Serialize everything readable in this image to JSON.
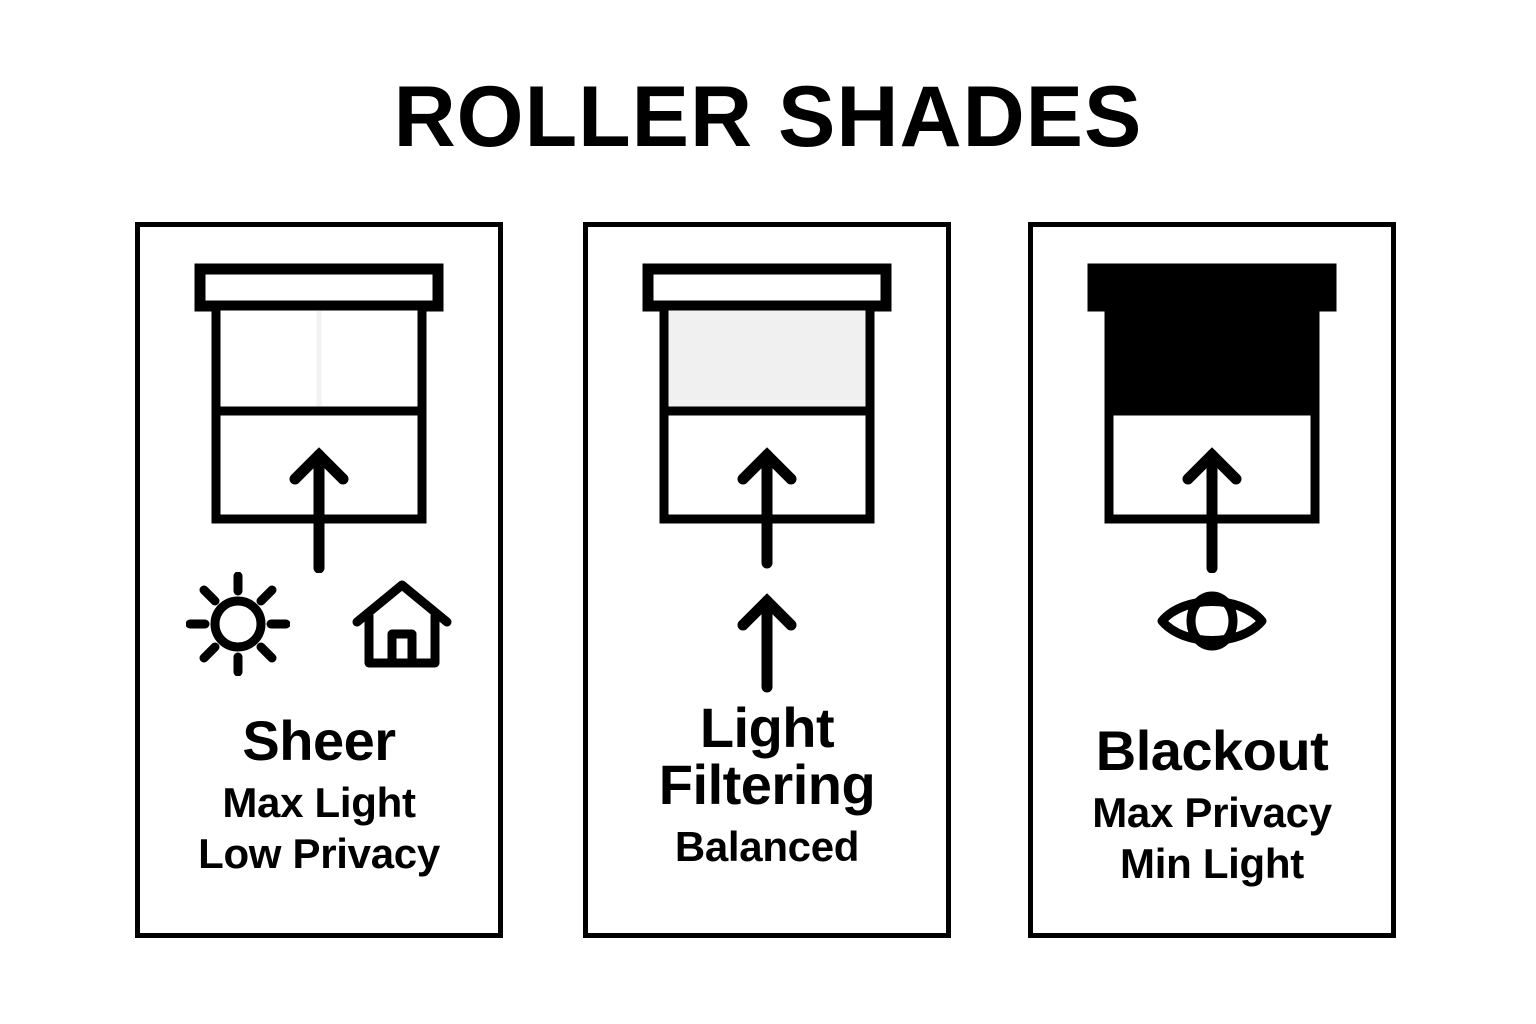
{
  "page": {
    "title": "ROLLER SHADES",
    "background_color": "#ffffff",
    "ink_color": "#000000"
  },
  "panels": [
    {
      "id": "sheer",
      "heading": "Sheer",
      "sub_lines": [
        "Max Light",
        "Low Privacy"
      ],
      "fabric_fill": "#ffffff",
      "headrail_fill": "#ffffff",
      "arrow_count": 1,
      "icons": [
        {
          "name": "sun-icon",
          "label": "sun"
        },
        {
          "name": "house-icon",
          "label": "house"
        }
      ]
    },
    {
      "id": "light-filtering",
      "heading": "Light Filtering",
      "heading_lines": [
        "Light",
        "Filtering"
      ],
      "sub_lines": [
        "Balanced"
      ],
      "fabric_fill": "#f0f0f0",
      "headrail_fill": "#ffffff",
      "arrow_count": 2,
      "icons": []
    },
    {
      "id": "blackout",
      "heading": "Blackout",
      "sub_lines": [
        "Max Privacy",
        "Min Light"
      ],
      "fabric_fill": "#000000",
      "headrail_fill": "#000000",
      "arrow_count": 1,
      "icons": [
        {
          "name": "eye-icon",
          "label": "eye"
        }
      ]
    }
  ]
}
